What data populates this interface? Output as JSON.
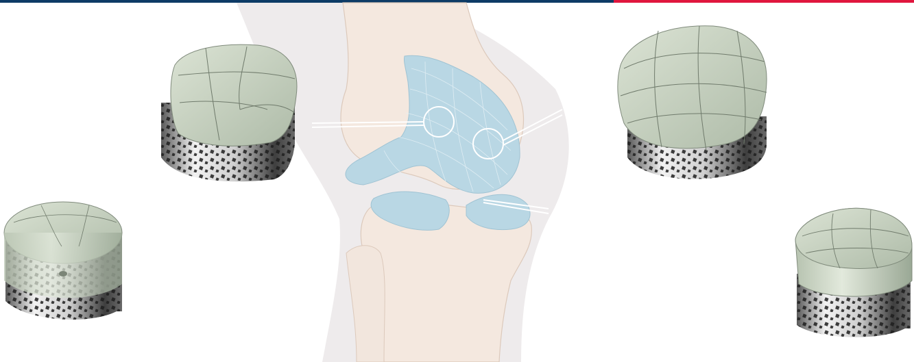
{
  "colors": {
    "top_bar_blue": "#0d3b66",
    "top_bar_red": "#e0163e",
    "background": "#ffffff",
    "leg_silhouette": "#ece9ea",
    "bone": "#f4e8df",
    "bone_outline": "#d9c8bc",
    "cartilage": "#b9d7e4",
    "cartilage_grid": "#e6f1f6",
    "implant_cap": "#c7d2c0",
    "implant_cap_dark": "#a9b6a3",
    "implant_cap_lines": "#6f7a6b",
    "implant_base_light": "#f0f0f0",
    "implant_base_dark": "#4a4a4a",
    "implant_holes": "#1e1e1e",
    "callout_line": "#ffffff"
  },
  "illustration": {
    "subject": "knee-joint",
    "implants": [
      {
        "id": "top-left"
      },
      {
        "id": "bottom-left"
      },
      {
        "id": "top-right"
      },
      {
        "id": "bottom-right"
      }
    ]
  }
}
